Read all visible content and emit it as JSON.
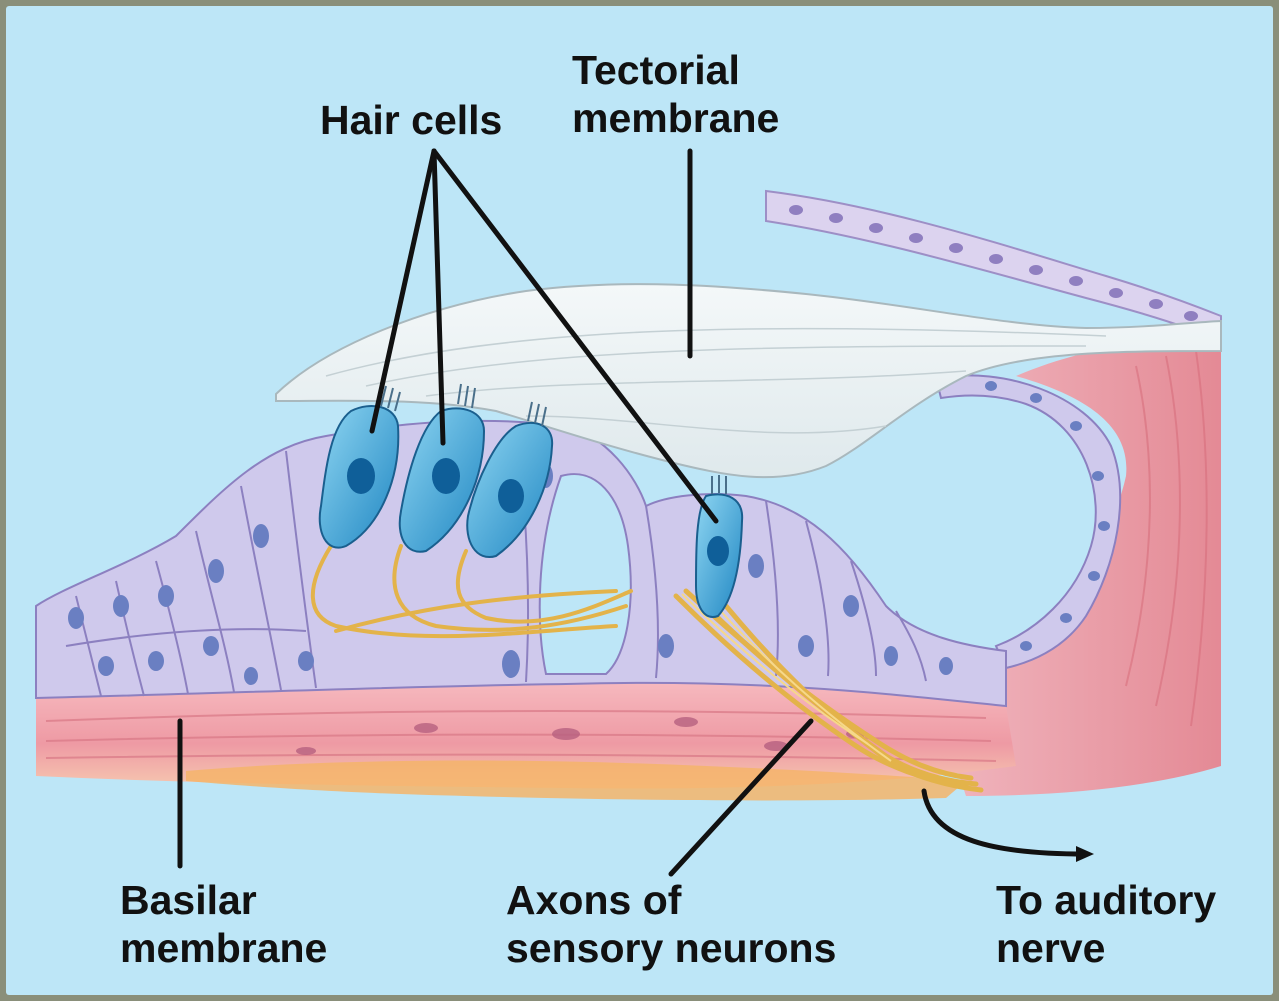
{
  "labels": {
    "tectorial_membrane": [
      "Tectorial",
      "membrane"
    ],
    "hair_cells": "Hair cells",
    "basilar_membrane": [
      "Basilar",
      "membrane"
    ],
    "axons": [
      "Axons of",
      "sensory neurons"
    ],
    "auditory_nerve": [
      "To auditory",
      "nerve"
    ]
  },
  "colors": {
    "background": "#bde6f7",
    "frame": "#8a8f7a",
    "support_cells": "#cfc9ec",
    "hair_cell": "#3fa9d9",
    "tectorial": "#e9f1f3",
    "basilar": "#f2a6ad",
    "nerve_fibers": "#e3b34a"
  }
}
